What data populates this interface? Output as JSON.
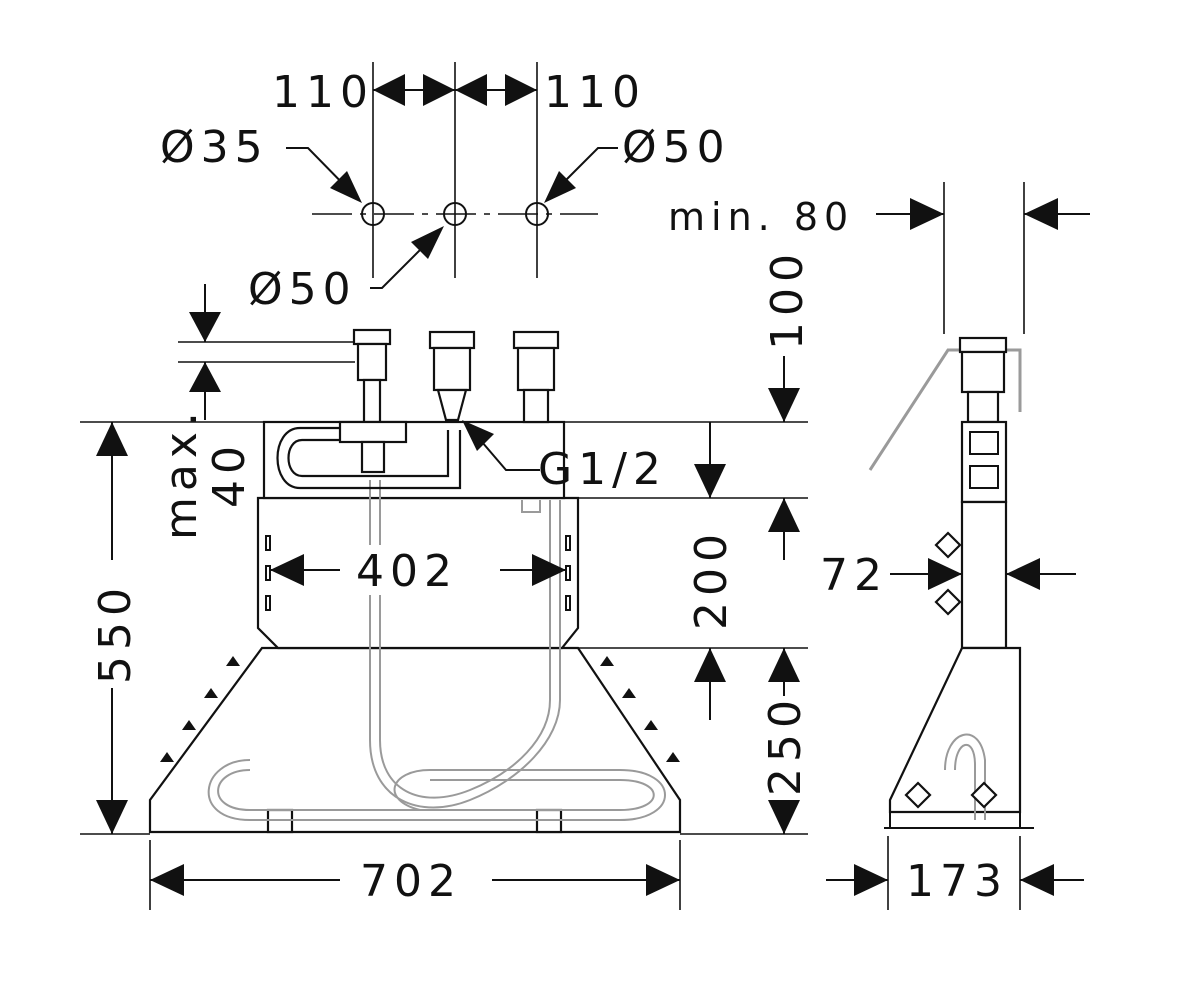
{
  "diagram": {
    "labels": {
      "hole_spacing_left": "110",
      "hole_spacing_right": "110",
      "dia_left": "Ø35",
      "dia_right": "Ø50",
      "dia_center": "Ø50",
      "min_80": "min. 80",
      "dim_100": "100",
      "max_40": "max.\n40",
      "max_40_line1": "max.",
      "max_40_line2": "40",
      "thread": "G1/2",
      "width_402": "402",
      "height_550": "550",
      "height_200": "200",
      "height_250": "250",
      "width_702": "702",
      "depth_72": "72",
      "depth_173": "173"
    },
    "colors": {
      "line": "#111111",
      "hose": "#9a9a9a",
      "background": "#ffffff"
    }
  }
}
